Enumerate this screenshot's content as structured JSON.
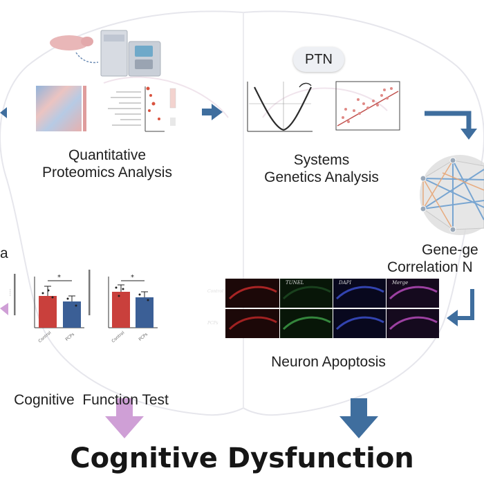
{
  "final_outcome": "Cognitive Dysfunction",
  "ptn_label": "PTN",
  "partial_left_label": "a",
  "stages": [
    {
      "id": "proteomics",
      "lines": [
        "Quantitative",
        "Proteomics Analysis"
      ]
    },
    {
      "id": "systems-genetics",
      "lines": [
        "Systems",
        "Genetics Analysis"
      ]
    },
    {
      "id": "network",
      "lines": [
        "Gene-ge",
        "Correlation N"
      ]
    },
    {
      "id": "neuron-apoptosis",
      "lines": [
        "Neuron Apoptosis"
      ]
    },
    {
      "id": "cognitive-test",
      "lines": [
        "Cognitive  Function Test"
      ]
    }
  ],
  "cognitive_bar_chart": {
    "panels": [
      {
        "categories": [
          "Control",
          "PCPs"
        ],
        "values": [
          0.5,
          0.4
        ],
        "significance": "*"
      },
      {
        "categories": [
          "Control",
          "PCPs"
        ],
        "values": [
          0.57,
          0.47
        ],
        "significance": "*"
      }
    ]
  },
  "apoptosis_grid": {
    "rows": [
      "Control",
      "PCPs"
    ],
    "columns": [
      "",
      "TUNEL",
      "DAPI",
      "Merge"
    ]
  },
  "arrow_colors": {
    "blue": "#3f6e9e",
    "pink": "#cf9fd6"
  }
}
